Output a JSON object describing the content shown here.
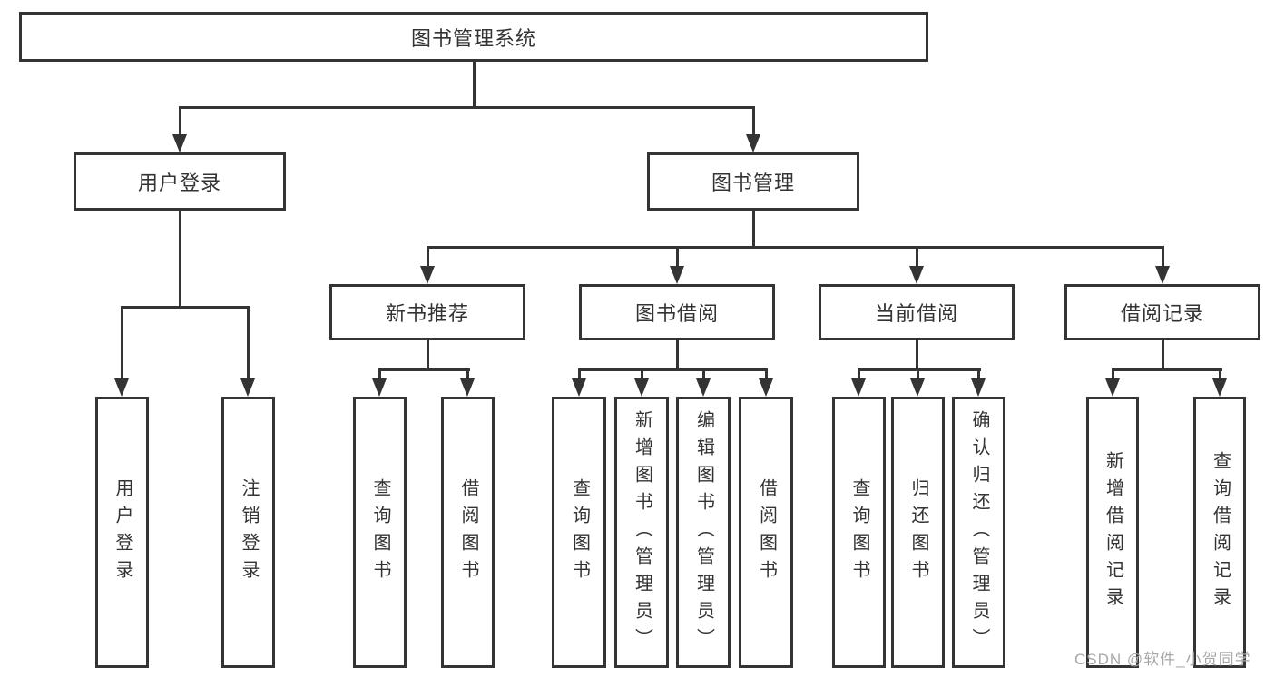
{
  "tree": {
    "root": {
      "label": "图书管理系统"
    },
    "branches": [
      {
        "label": "用户登录",
        "children": [
          {
            "label": "用户登录"
          },
          {
            "label": "注销登录"
          }
        ]
      },
      {
        "label": "图书管理",
        "children": [
          {
            "label": "新书推荐",
            "children": [
              {
                "label": "查询图书"
              },
              {
                "label": "借阅图书"
              }
            ]
          },
          {
            "label": "图书借阅",
            "children": [
              {
                "label": "查询图书"
              },
              {
                "label": "新增图书（管理员）"
              },
              {
                "label": "编辑图书（管理员）"
              },
              {
                "label": "借阅图书"
              }
            ]
          },
          {
            "label": "当前借阅",
            "children": [
              {
                "label": "查询图书"
              },
              {
                "label": "归还图书"
              },
              {
                "label": "确认归还（管理员）"
              }
            ]
          },
          {
            "label": "借阅记录",
            "children": [
              {
                "label": "新增借阅记录"
              },
              {
                "label": "查询借阅记录"
              }
            ]
          }
        ]
      }
    ]
  },
  "watermark": {
    "text": "CSDN @软件_小贺同学"
  },
  "colors": {
    "line": "#343434",
    "text": "#333333",
    "background": "#ffffff",
    "watermark": "#a8a8a8"
  }
}
